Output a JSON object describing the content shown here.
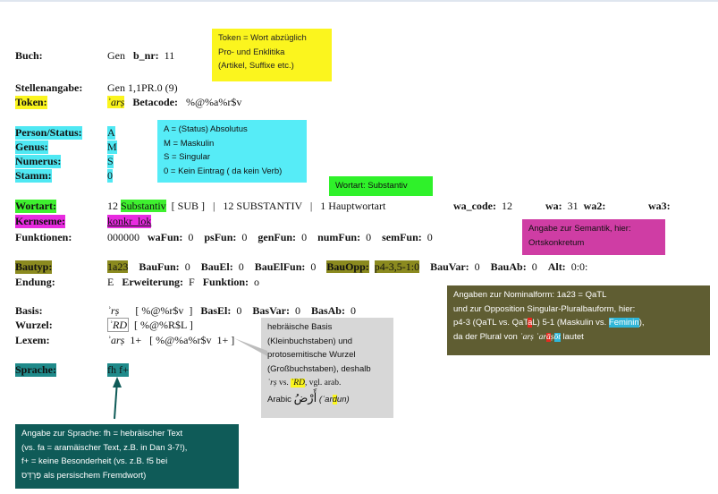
{
  "rows": {
    "buch": {
      "label": "Buch:",
      "value": "Gen",
      "key": "b_nr:",
      "num": "11"
    },
    "stellen": {
      "label": "Stellenangabe:",
      "value": "Gen 1,1PR.0 (9)"
    },
    "token": {
      "label": "Token:",
      "value": "ʾarṣ",
      "key": "Betacode:",
      "code": "%@%a%r$v"
    },
    "person": {
      "label": "Person/Status:",
      "value": "A"
    },
    "genus": {
      "label": "Genus:",
      "value": "M"
    },
    "numerus": {
      "label": "Numerus:",
      "value": "S"
    },
    "stamm": {
      "label": "Stamm:",
      "value": "0"
    },
    "wortart": {
      "label": "Wortart:",
      "num": "12",
      "sub": "Substantiv",
      "rest": "[ SUB ]   |   12 SUBSTANTIV   |   1 Hauptwortart",
      "wa_code_key": "wa_code:",
      "wa_code": "12",
      "wa_key": "wa:",
      "wa": "31",
      "wa2_key": "wa2:",
      "wa3_key": "wa3:"
    },
    "kernseme": {
      "label": "Kernseme:",
      "value": "konkr_lok"
    },
    "funktionen": {
      "label": "Funktionen:",
      "value": "000000",
      "items": [
        {
          "k": "waFun:",
          "v": "0"
        },
        {
          "k": "psFun:",
          "v": "0"
        },
        {
          "k": "genFun:",
          "v": "0"
        },
        {
          "k": "numFun:",
          "v": "0"
        },
        {
          "k": "semFun:",
          "v": "0"
        }
      ]
    },
    "bautyp": {
      "label": "Bautyp:",
      "value": "1a23",
      "items": [
        {
          "k": "BauFun:",
          "v": "0"
        },
        {
          "k": "BauEl:",
          "v": "0"
        },
        {
          "k": "BauElFun:",
          "v": "0"
        }
      ],
      "opp_key": "BauOpp:",
      "opp": "p4-3,5-1:0",
      "items2": [
        {
          "k": "BauVar:",
          "v": "0"
        },
        {
          "k": "BauAb:",
          "v": "0"
        },
        {
          "k": "Alt:",
          "v": "0:0:"
        }
      ]
    },
    "endung": {
      "label": "Endung:",
      "value": "E",
      "k1": "Erweiterung:",
      "v1": "F",
      "k2": "Funktion:",
      "v2": "o"
    },
    "basis": {
      "label": "Basis:",
      "value": "ʾrṣ",
      "code": "[ %@%r$v  ]",
      "items": [
        {
          "k": "BasEl:",
          "v": "0"
        },
        {
          "k": "BasVar:",
          "v": "0"
        },
        {
          "k": "BasAb:",
          "v": "0"
        }
      ]
    },
    "wurzel": {
      "label": "Wurzel:",
      "value": "ʾRD",
      "code": "[ %@%R$L ]"
    },
    "lexem": {
      "label": "Lexem:",
      "value": "ʾarṣ",
      "code": "1+   [ %@%a%r$v  1+ ]"
    },
    "sprache": {
      "label": "Sprache:",
      "value": "fh f+"
    }
  },
  "notes": {
    "token": [
      "Token = Wort abzüglich",
      "Pro- und Enklitika",
      "(Artikel, Suffixe etc.)"
    ],
    "person": [
      "A = (Status) Absolutus",
      "M = Maskulin",
      "S = Singular",
      "0 = Kein Eintrag ( da kein Verb)"
    ],
    "wortart": "Wortart: Substantiv",
    "semantik": [
      "Angabe zur Semantik, hier:",
      "Ortskonkretum"
    ],
    "nominal": {
      "l1": "Angaben zur Nominalform: 1a23 = QaTL",
      "l2": "und zur Opposition Singular-Pluralbauform, hier:",
      "l3a": "p4-3 (QaTL vs. QaT",
      "l3hl": "a",
      "l3b": "L) 5-1 (Maskulin vs. ",
      "l3hl2": "Feminin",
      "l3c": "),",
      "l4a": "da der Plural von ",
      "l4s1": "ʾarṣ",
      "l4s2": "ʾar",
      "l4hl": "ā",
      "l4s3": "ṣ",
      "l4hl2": "ōt",
      "l4b": " lautet"
    },
    "basis": {
      "l1": "hebräische Basis",
      "l2": "(Kleinbuchstaben) und",
      "l3": "protosemitische Wurzel",
      "l4": "(Großbuchstaben), deshalb",
      "l5a": "ʾrṣ",
      "l5b": " vs. ",
      "l5c": "ʾRD",
      "l5d": ", vgl. arab.",
      "l6a": "Arabic ",
      "l6ar": "أَرْضُ",
      "l6b": " (ʾar",
      "l6hl": "d",
      "l6c": "un)"
    },
    "sprache": {
      "l1": "Angabe zur Sprache: fh = hebräischer Text",
      "l2": "(vs. fa = aramäischer Text, z.B. in Dan 3-7!),",
      "l3": "f+ = keine Besonderheit (vs. z.B. f5 bei",
      "l4a": "פַּרְדֵּס",
      "l4b": " als persischem Fremdwort)"
    }
  }
}
